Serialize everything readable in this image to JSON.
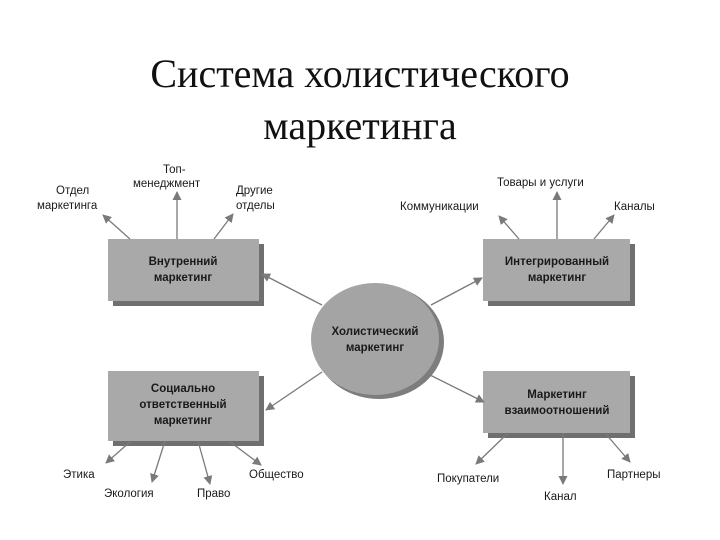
{
  "title": {
    "line1": "Система холистического",
    "line2": "маркетинга"
  },
  "center": {
    "line1": "Холистический",
    "line2": "маркетинг"
  },
  "boxes": {
    "internal": {
      "line1": "Внутренний",
      "line2": "маркетинг"
    },
    "integrated": {
      "line1": "Интегрированный",
      "line2": "маркетинг"
    },
    "social": {
      "line1": "Социально",
      "line2": "ответственный",
      "line3": "маркетинг"
    },
    "relationship": {
      "line1": "Маркетинг",
      "line2": "взаимоотношений"
    }
  },
  "leaves": {
    "internal": {
      "marketing_dept": {
        "line1": "Отдел",
        "line2": "маркетинга"
      },
      "top_management": {
        "line1": "Топ-",
        "line2": "менеджмент"
      },
      "other_depts": {
        "line1": "Другие",
        "line2": "отделы"
      }
    },
    "integrated": {
      "communications": "Коммуникации",
      "goods_services": "Товары и услуги",
      "channels": "Каналы"
    },
    "social": {
      "ethics": "Этика",
      "ecology": "Экология",
      "law": "Право",
      "society": "Общество"
    },
    "relationship": {
      "buyers": "Покупатели",
      "channel": "Канал",
      "partners": "Партнеры"
    }
  },
  "colors": {
    "box_fill": "#a9a9a9",
    "box_shadow": "#6f6f6f",
    "circle_fill": "#a4a4a4",
    "arrow": "#7a7a7a"
  }
}
